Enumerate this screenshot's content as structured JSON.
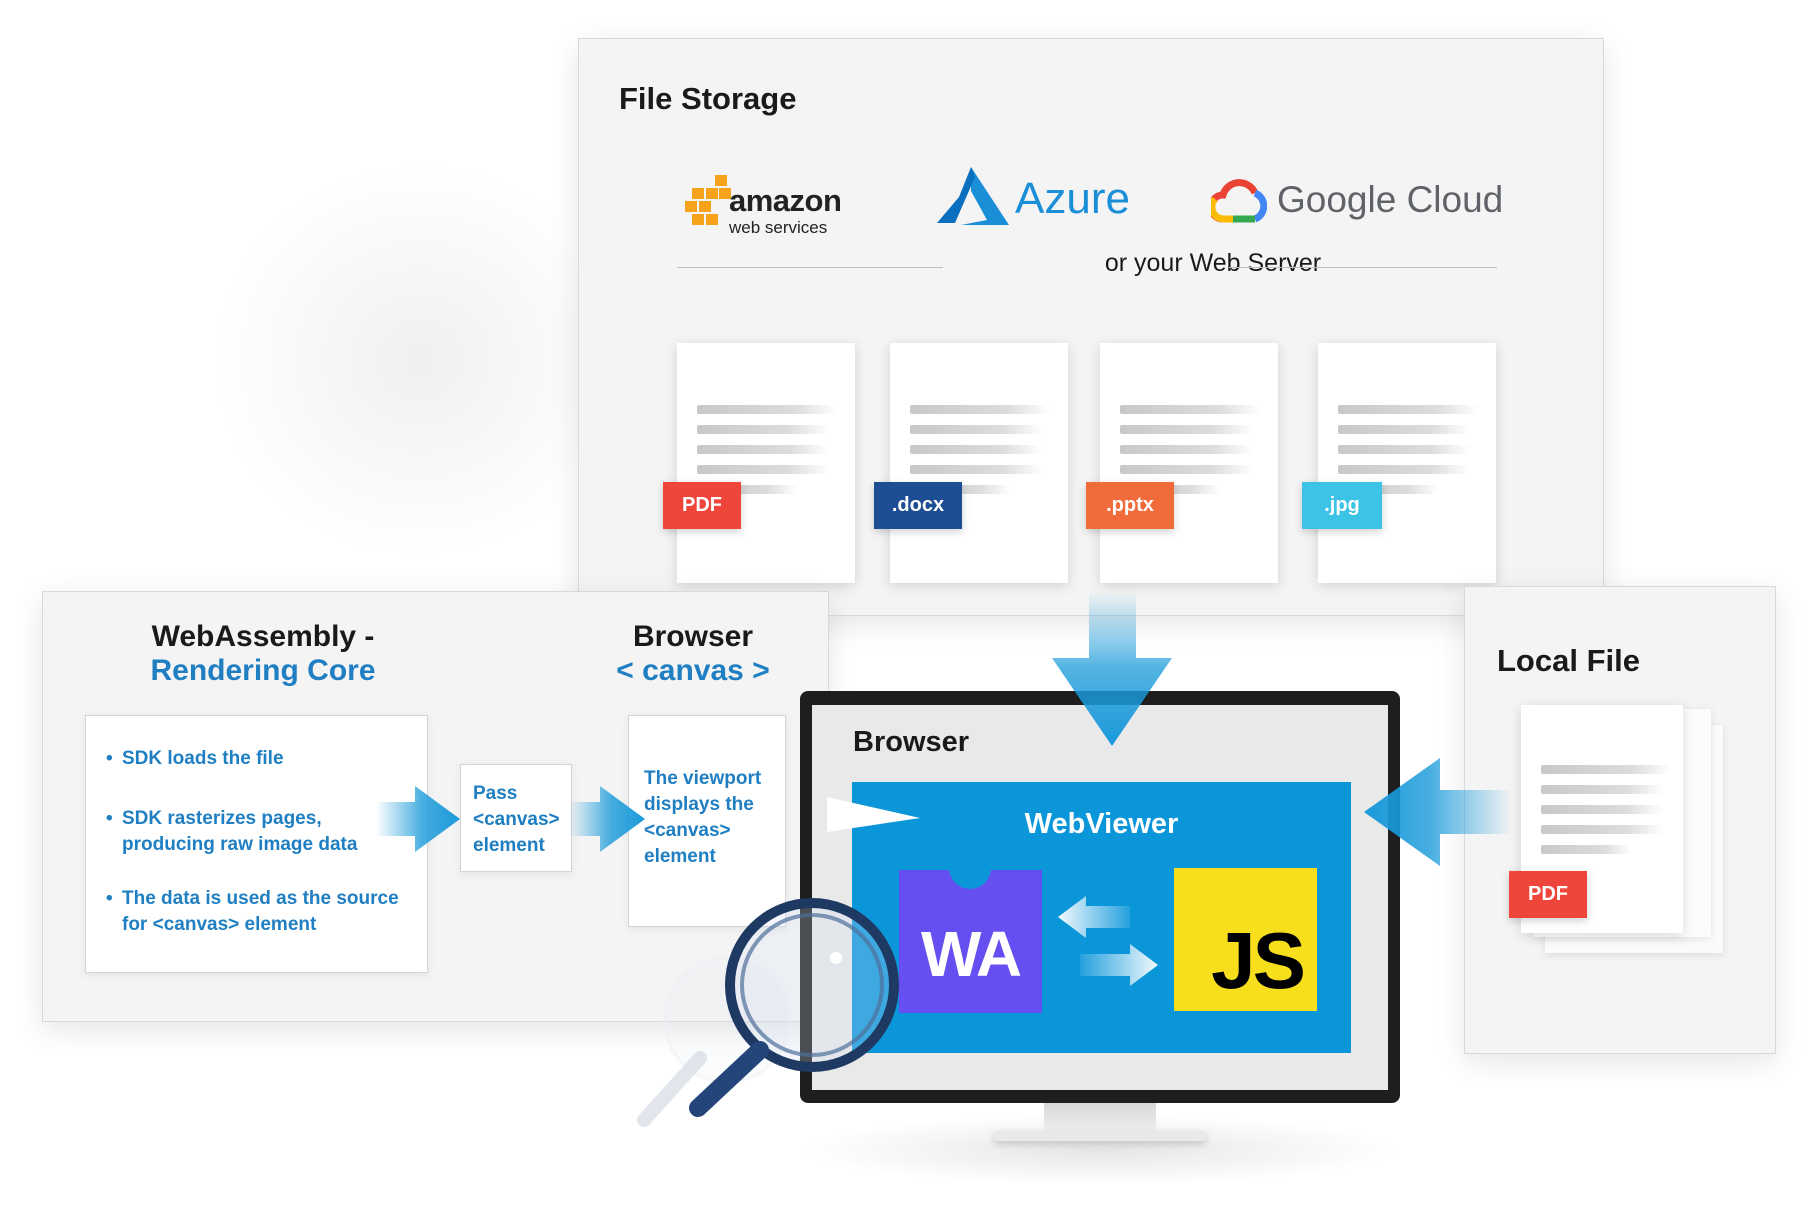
{
  "storage": {
    "title": "File Storage",
    "providers": {
      "amazon_main": "amazon",
      "amazon_sub": "web services",
      "azure": "Azure",
      "google": "Google Cloud"
    },
    "divider_text": "or your Web Server",
    "files": [
      {
        "badge": "PDF",
        "color": "#f0453a"
      },
      {
        "badge": ".docx",
        "color": "#1d4e94"
      },
      {
        "badge": ".pptx",
        "color": "#f26b3a"
      },
      {
        "badge": ".jpg",
        "color": "#3cc3e6"
      }
    ]
  },
  "core": {
    "heading_line1": "WebAssembly -",
    "heading_line2": "Rendering Core",
    "browser_line1": "Browser",
    "browser_line2": "< canvas >",
    "steps": [
      "SDK loads the file",
      "SDK rasterizes pages, producing raw image data",
      "The data is used as the source for <canvas> element"
    ],
    "pass_box": "Pass <canvas> element",
    "viewport_box": "The viewport displays the <canvas> element"
  },
  "monitor": {
    "browser_label": "Browser",
    "webviewer_label": "WebViewer",
    "wa_logo": "WA",
    "js_logo": "JS"
  },
  "local": {
    "title": "Local File",
    "badge": "PDF"
  },
  "colors": {
    "accent_blue": "#1f7fc2",
    "arrow_blue": "#1a9ad9",
    "webviewer_blue": "#0c96da",
    "wasm_purple": "#654ff0",
    "js_yellow": "#f7df1e",
    "pdf_red": "#f0453a"
  }
}
